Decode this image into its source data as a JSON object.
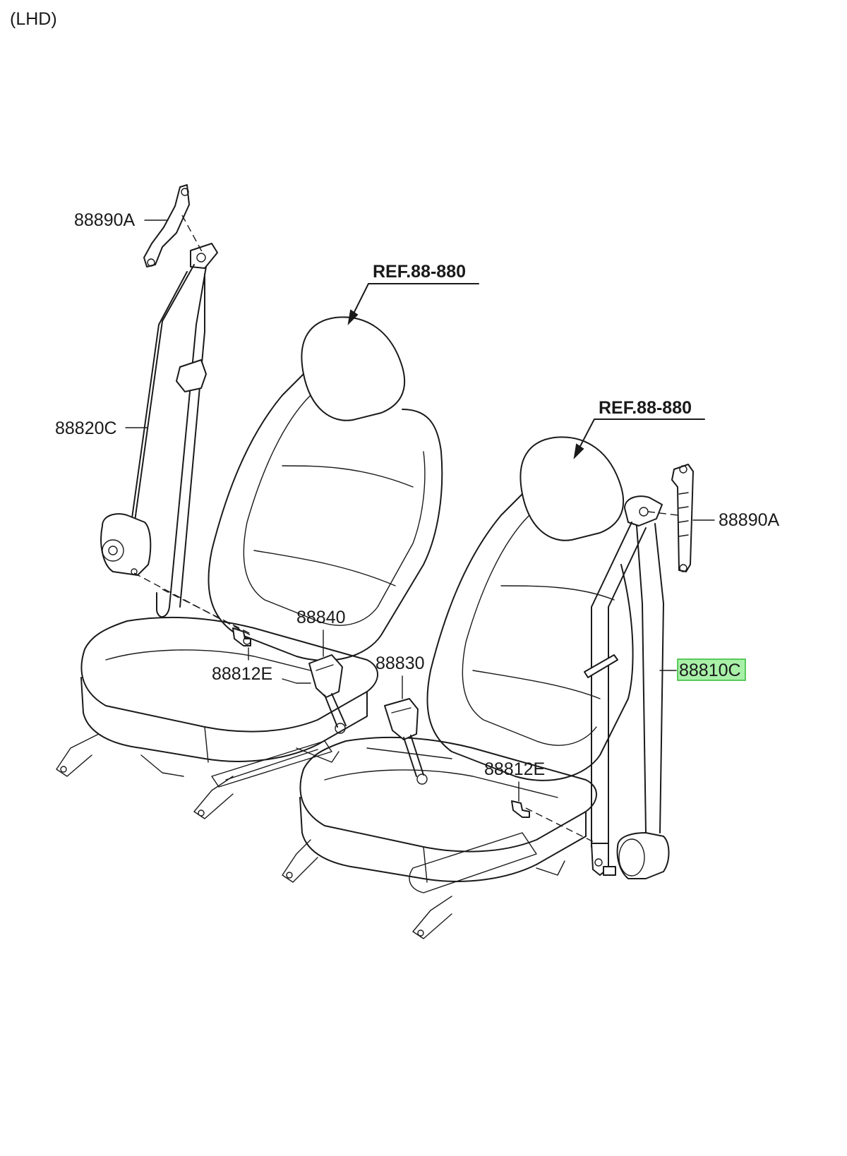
{
  "header": {
    "variant": "(LHD)"
  },
  "labels": {
    "retractor_bracket_left": "88890A",
    "belt_assembly_left": "88820C",
    "buckle_left": "88840",
    "bolt_left": "88812E",
    "buckle_right": "88830",
    "bolt_right": "88812E",
    "retractor_bracket_right": "88890A",
    "belt_assembly_right": "88810C"
  },
  "references": {
    "seat_left": "REF.88-880",
    "seat_right": "REF.88-880"
  },
  "colors": {
    "line": "#1a1a1a",
    "highlight_fill": "#a8f0a8",
    "highlight_border": "#33bb33"
  }
}
